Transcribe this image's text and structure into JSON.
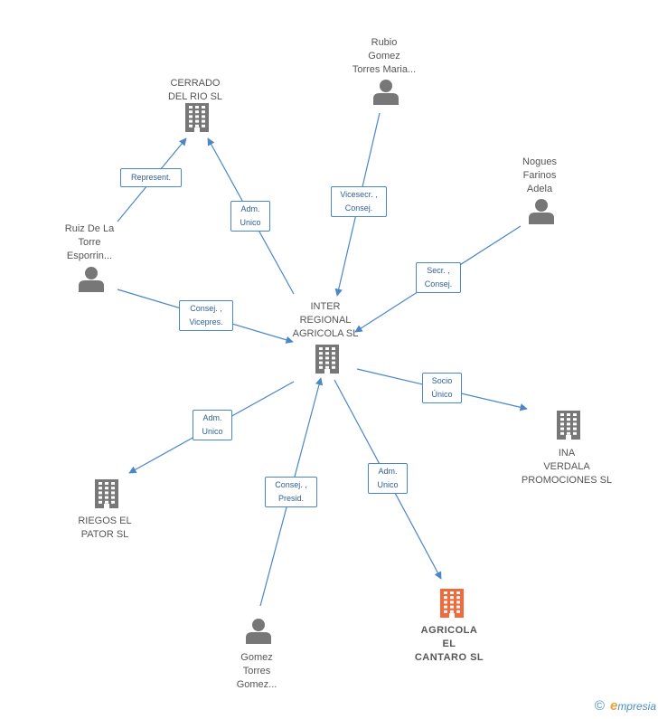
{
  "colors": {
    "company": "#777777",
    "company_highlight": "#f06a3c",
    "person": "#777777",
    "edge": "#4a86c8"
  },
  "nodes": [
    {
      "id": "cerrado",
      "type": "company",
      "label": "CERRADO\nDEL RIO SL"
    },
    {
      "id": "rubio",
      "type": "person",
      "label": "Rubio\nGomez\nTorres Maria..."
    },
    {
      "id": "nogues",
      "type": "person",
      "label": "Nogues\nFarinos\nAdela"
    },
    {
      "id": "ruiz",
      "type": "person",
      "label": "Ruiz De La\nTorre\nEsporrin..."
    },
    {
      "id": "inter",
      "type": "company",
      "label": "INTER\nREGIONAL\nAGRICOLA SL"
    },
    {
      "id": "ina",
      "type": "company",
      "label": "INA\nVERDALA\nPROMOCIONES SL"
    },
    {
      "id": "riegos",
      "type": "company",
      "label": "RIEGOS EL\nPATOR SL"
    },
    {
      "id": "gomez",
      "type": "person",
      "label": "Gomez\nTorres\nGomez..."
    },
    {
      "id": "agricola",
      "type": "company",
      "highlight": true,
      "label": "AGRICOLA\nEL\nCANTARO SL"
    }
  ],
  "edges": [
    {
      "id": "ruiz-cerrado",
      "label": "Represent."
    },
    {
      "id": "inter-cerrado",
      "label": "Adm.\nUnico"
    },
    {
      "id": "rubio-inter",
      "label": "Vicesecr. ,\nConsej."
    },
    {
      "id": "nogues-inter",
      "label": "Secr. ,\nConsej."
    },
    {
      "id": "ruiz-inter",
      "label": "Consej. ,\nVicepres."
    },
    {
      "id": "inter-ina",
      "label": "Socio\nÚnico"
    },
    {
      "id": "inter-riegos",
      "label": "Adm.\nUnico"
    },
    {
      "id": "gomez-inter",
      "label": "Consej. ,\nPresid."
    },
    {
      "id": "inter-agricola",
      "label": "Adm.\nUnico"
    }
  ],
  "watermark": {
    "copyright": "©",
    "brand_initial": "e",
    "brand_rest": "mpresia"
  }
}
